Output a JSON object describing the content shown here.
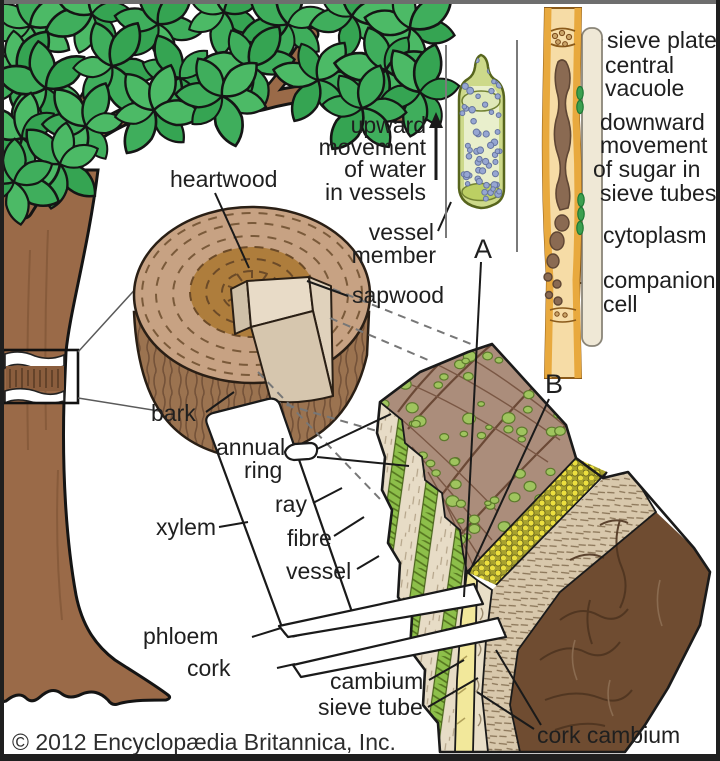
{
  "labels": {
    "heartwood": "heartwood",
    "sapwood": "sapwood",
    "bark": "bark",
    "xylem": "xylem",
    "phloem": "phloem",
    "cork": "cork",
    "cambium": "cambium",
    "sieve_tube": "sieve tube",
    "cork_cambium": "cork cambium",
    "ray": "ray",
    "fibre": "fibre",
    "vessel": "vessel",
    "annual": [
      "annual",
      "ring"
    ],
    "vessel_member": [
      "vessel",
      "member"
    ],
    "up_flow": [
      "upward",
      "movement",
      "of water",
      "in vessels"
    ],
    "down_flow": [
      "downward",
      "movement",
      "of sugar in",
      "sieve tubes"
    ],
    "sieve_plate": "sieve plate",
    "central_vacuole": [
      "central",
      "vacuole"
    ],
    "cytoplasm": "cytoplasm",
    "companion_cell": [
      "companion",
      "cell"
    ],
    "marker_a": "A",
    "marker_b": "B"
  },
  "footer": {
    "copyright": "© 2012 Encyclopædia Britannica, Inc."
  },
  "colors": {
    "leaf_green": "#3fae5c",
    "branch_brown": "#9a6a48",
    "heartwood": "#ae7d3c",
    "sapwood": "#c7a283",
    "log_bark": "#9b7350",
    "block_top": "#ab8d7b",
    "vessel_dot_green": "#9fc45e",
    "stripe_green": "#8dbf4a",
    "stripe_cream": "#e7dcc6",
    "cambium_yellow": "#f2e89b",
    "phloem_pebble": "#e8df3e",
    "cork_tan": "#d8c8ac",
    "bark_dark": "#6f4c31",
    "tube_orange": "#e8a93e",
    "tube_lumen": "#f6dca6",
    "vacuole_brown": "#8a6a52",
    "companion_cream": "#efe8d6",
    "organelle_green": "#3ca050",
    "water_dot_blue": "#96a6d2",
    "cell_wall_green": "#cdd98a"
  }
}
